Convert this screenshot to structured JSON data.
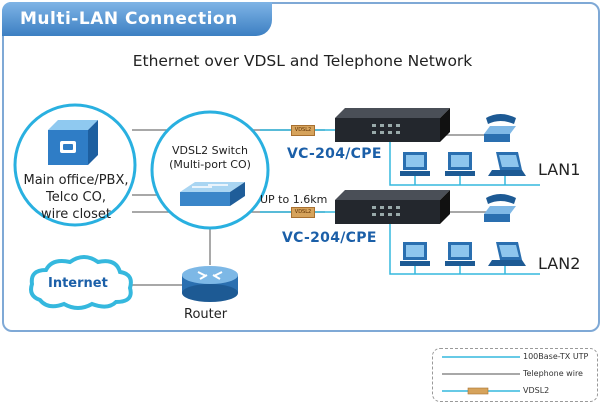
{
  "title": "Multi-LAN Connection",
  "subtitle": "Ethernet over VDSL and Telephone Network",
  "nodes": {
    "main_office": [
      "Main office/PBX,",
      "Telco CO,",
      "wire closet"
    ],
    "switch": [
      "VDSL2 Switch",
      "(Multi-port CO)"
    ],
    "router": "Router",
    "internet": "Internet",
    "cpe_top": "VC-204/CPE",
    "cpe_bottom": "VC-204/CPE",
    "lan1": "LAN1",
    "lan2": "LAN2",
    "distance": "UP to 1.6km",
    "vdsl_tag": "VDSL2"
  },
  "legend": [
    {
      "label": "100Base-TX UTP",
      "color": "#35b8de"
    },
    {
      "label": "Telephone wire",
      "color": "#8c8c8c"
    },
    {
      "label": "VDSL2",
      "color": "#d6a35c"
    }
  ],
  "colors": {
    "accent": "#3c7fc2",
    "utp": "#35b8de",
    "telephone": "#8c8c8c",
    "vdsl": "#d6a35c",
    "label_blue": "#1b5fa8"
  }
}
